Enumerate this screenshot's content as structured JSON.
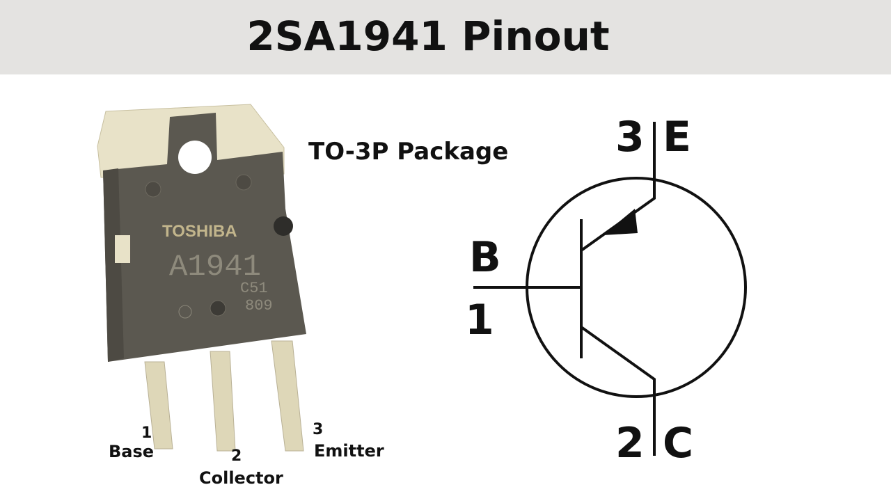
{
  "title": "2SA1941 Pinout",
  "package_label": "TO-3P Package",
  "photo": {
    "brand_marking": "TOSHIBA",
    "part_marking": "A1941",
    "code_line1": "C51",
    "code_line2": "809",
    "colors": {
      "body": "#5b5850",
      "tab": "#e8e2c8",
      "leads": "#ded7b8"
    }
  },
  "pins": [
    {
      "number": "1",
      "name": "Base"
    },
    {
      "number": "2",
      "name": "Collector"
    },
    {
      "number": "3",
      "name": "Emitter"
    }
  ],
  "symbol": {
    "type": "PNP",
    "base": {
      "letter": "B",
      "number": "1"
    },
    "collector": {
      "letter": "C",
      "number": "2"
    },
    "emitter": {
      "letter": "E",
      "number": "3"
    }
  }
}
